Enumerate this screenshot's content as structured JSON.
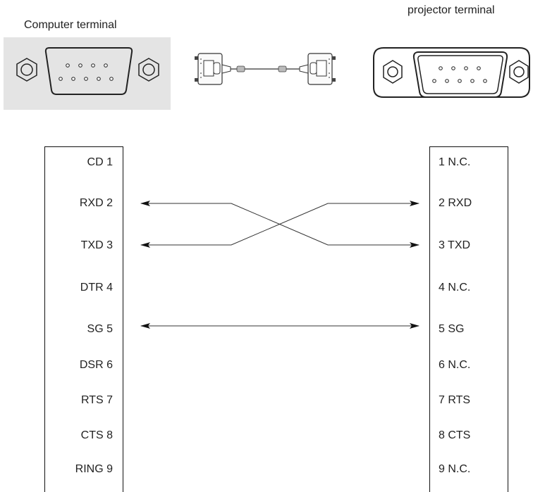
{
  "computer_label": "Computer terminal",
  "projector_label": "projector terminal",
  "left_pins": [
    "CD 1",
    "RXD 2",
    "TXD 3",
    "DTR 4",
    "SG 5",
    "DSR 6",
    "RTS 7",
    "CTS 8",
    "RING 9"
  ],
  "right_pins": [
    "1 N.C.",
    "2 RXD",
    "3 TXD",
    "4 N.C.",
    "5 SG",
    "6 N.C.",
    "7 RTS",
    "8 CTS",
    "9 N.C."
  ],
  "connections": [
    {
      "left_pin": 2,
      "right_pin": 3,
      "arrows": "both"
    },
    {
      "left_pin": 3,
      "right_pin": 2,
      "arrows": "both"
    },
    {
      "left_pin": 5,
      "right_pin": 5,
      "arrows": "both"
    }
  ]
}
